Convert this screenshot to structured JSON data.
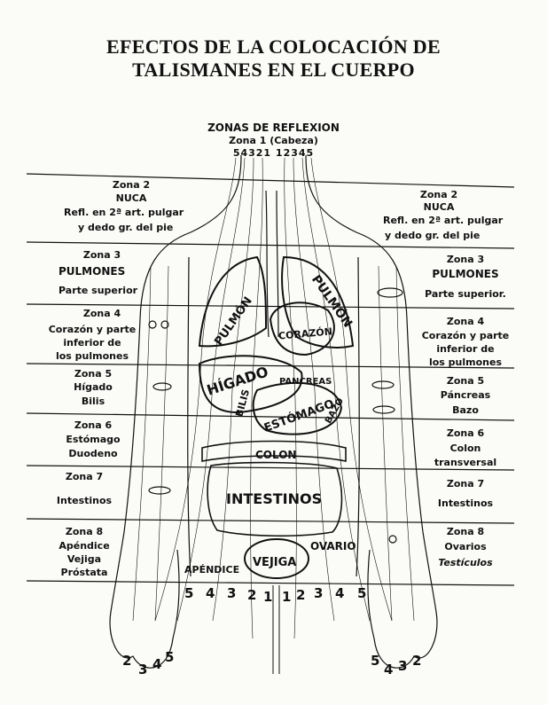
{
  "title_line1": "EFECTOS DE LA COLOCACIÓN DE",
  "title_line2": "TALISMANES EN EL CUERPO",
  "header_zones": "ZONAS DE REFLEXION",
  "header_zone1": "Zona 1 (Cabeza)",
  "header_numbers": "54321 12345",
  "left": {
    "z2_title": "Zona 2",
    "z2_name": "NUCA",
    "z2_l1": "Refl. en 2ª art. pulgar",
    "z2_l2": "y dedo gr. del pie",
    "z3_title": "Zona 3",
    "z3_name": "PULMONES",
    "z3_l1": "Parte superior",
    "z4_title": "Zona 4",
    "z4_l1": "Corazón y parte",
    "z4_l2": "inferior de",
    "z4_l3": "los pulmones",
    "z5_title": "Zona 5",
    "z5_l1": "Hígado",
    "z5_l2": "Bilis",
    "z6_title": "Zona 6",
    "z6_l1": "Estómago",
    "z6_l2": "Duodeno",
    "z7_title": "Zona 7",
    "z7_l1": "Intestinos",
    "z8_title": "Zona 8",
    "z8_l1": "Apéndice",
    "z8_l2": "Vejiga",
    "z8_l3": "Próstata"
  },
  "right": {
    "z2_title": "Zona 2",
    "z2_name": "NUCA",
    "z2_l1": "Refl. en 2ª art. pulgar",
    "z2_l2": "y dedo gr. del pie",
    "z3_title": "Zona 3",
    "z3_name": "PULMONES",
    "z3_l1": "Parte superior.",
    "z4_title": "Zona 4",
    "z4_l1": "Corazón y parte",
    "z4_l2": "inferior de",
    "z4_l3": "los pulmones",
    "z5_title": "Zona 5",
    "z5_l1": "Páncreas",
    "z5_l2": "Bazo",
    "z6_title": "Zona 6",
    "z6_l1": "Colon",
    "z6_l2": "transversal",
    "z7_title": "Zona 7",
    "z7_l1": "Intestinos",
    "z8_title": "Zona 8",
    "z8_l1": "Ovarios",
    "z8_l2": "Testículos"
  },
  "organs": {
    "pulmon_left": "PULMÓN",
    "pulmon_right": "PULMÓN",
    "corazon": "CORAZÓN",
    "higado": "HÍGADO",
    "bilis": "BILIS",
    "pancreas": "PANCREAS",
    "estomago": "ESTÓMAGO",
    "bazo": "BAZO",
    "colon": "COLON",
    "intestinos": "INTESTINOS",
    "ovario": "OVARIO",
    "apendice": "APÉNDICE",
    "vejiga": "VEJIGA"
  },
  "bottom_numbers": [
    "5",
    "4",
    "3",
    "2",
    "1",
    "1",
    "2",
    "3",
    "4",
    "5"
  ],
  "left_hand_numbers": [
    "2",
    "3",
    "4",
    "5"
  ],
  "right_hand_numbers": [
    "5",
    "4",
    "3",
    "2"
  ]
}
